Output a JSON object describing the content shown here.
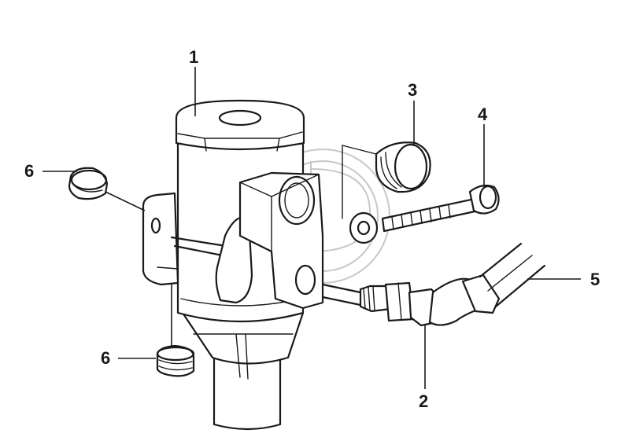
{
  "callouts": {
    "c1": "1",
    "c2": "2",
    "c3": "3",
    "c4": "4",
    "c5": "5",
    "c6a": "6",
    "c6b": "6"
  },
  "colors": {
    "line": "#1a1a1a",
    "watermark": "#c8c8c8",
    "background": "#ffffff"
  }
}
